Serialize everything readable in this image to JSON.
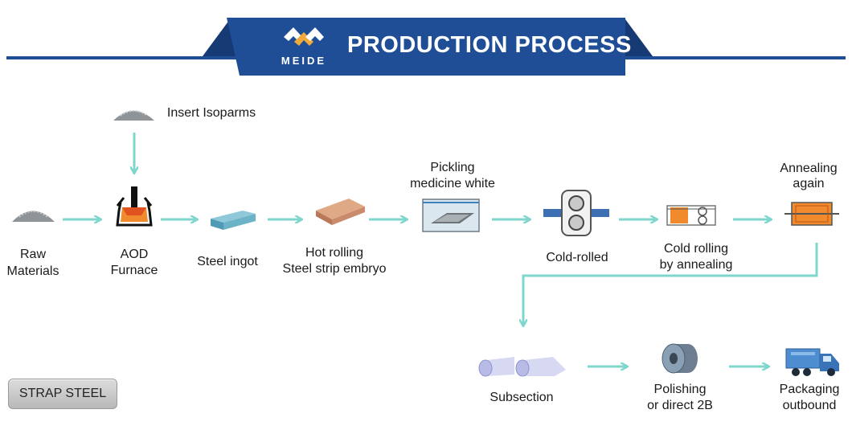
{
  "header": {
    "title": "PRODUCTION PROCESS",
    "brand": "MEIDE",
    "colors": {
      "banner": "#1f4e96",
      "banner_dark": "#163a73",
      "arrow": "#7fd6cc"
    }
  },
  "steps": {
    "insert": "Insert Isoparms",
    "raw_1": "Raw",
    "raw_2": "Materials",
    "aod_1": "AOD",
    "aod_2": "Furnace",
    "ingot": "Steel ingot",
    "hot_1": "Hot rolling",
    "hot_2": "Steel strip embryo",
    "pickling_1": "Pickling",
    "pickling_2": "medicine white",
    "cold_rolled": "Cold-rolled",
    "cold_anneal_1": "Cold rolling",
    "cold_anneal_2": "by annealing",
    "anneal_again_1": "Annealing",
    "anneal_again_2": "again",
    "subsection": "Subsection",
    "polish_1": "Polishing",
    "polish_2": "or direct 2B",
    "pack_1": "Packaging",
    "pack_2": "outbound"
  },
  "button": {
    "label": "STRAP STEEL"
  },
  "icons": [
    "pile-icon",
    "furnace-icon",
    "ingot-icon",
    "slab-icon",
    "pickling-tank-icon",
    "rolling-mill-icon",
    "annealing-icon",
    "coil-annealing-icon",
    "steel-rolls-icon",
    "steel-coil-icon",
    "truck-icon"
  ]
}
